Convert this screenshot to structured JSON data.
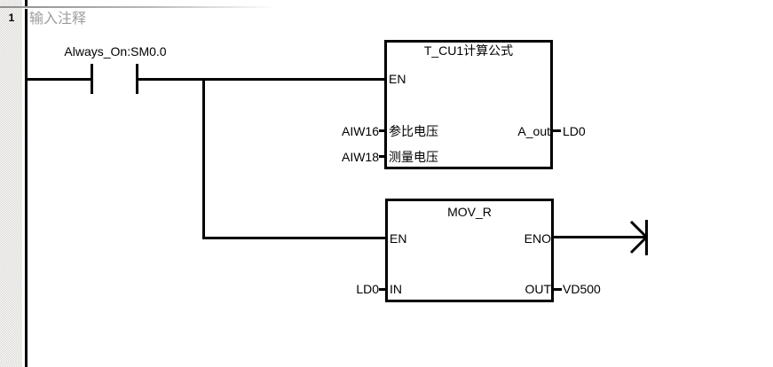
{
  "colors": {
    "line": "#000000",
    "comment_gray": "#9c9c9c",
    "rail_dither": "#d6d3ce"
  },
  "network": {
    "number": "1",
    "comment": "输入注释",
    "contact": {
      "operand": "Always_On:SM0.0"
    },
    "tcu1_block": {
      "title": "T_CU1计算公式",
      "en": "EN",
      "inputs": [
        {
          "operand": "AIW16",
          "param": "参比电压"
        },
        {
          "operand": "AIW18",
          "param": "测量电压"
        }
      ],
      "output": {
        "param": "A_out",
        "operand": "LD0"
      }
    },
    "mov_block": {
      "title": "MOV_R",
      "en": "EN",
      "eno": "ENO",
      "input": {
        "operand": "LD0",
        "param": "IN"
      },
      "output": {
        "param": "OUT",
        "operand": "VD500"
      }
    }
  }
}
